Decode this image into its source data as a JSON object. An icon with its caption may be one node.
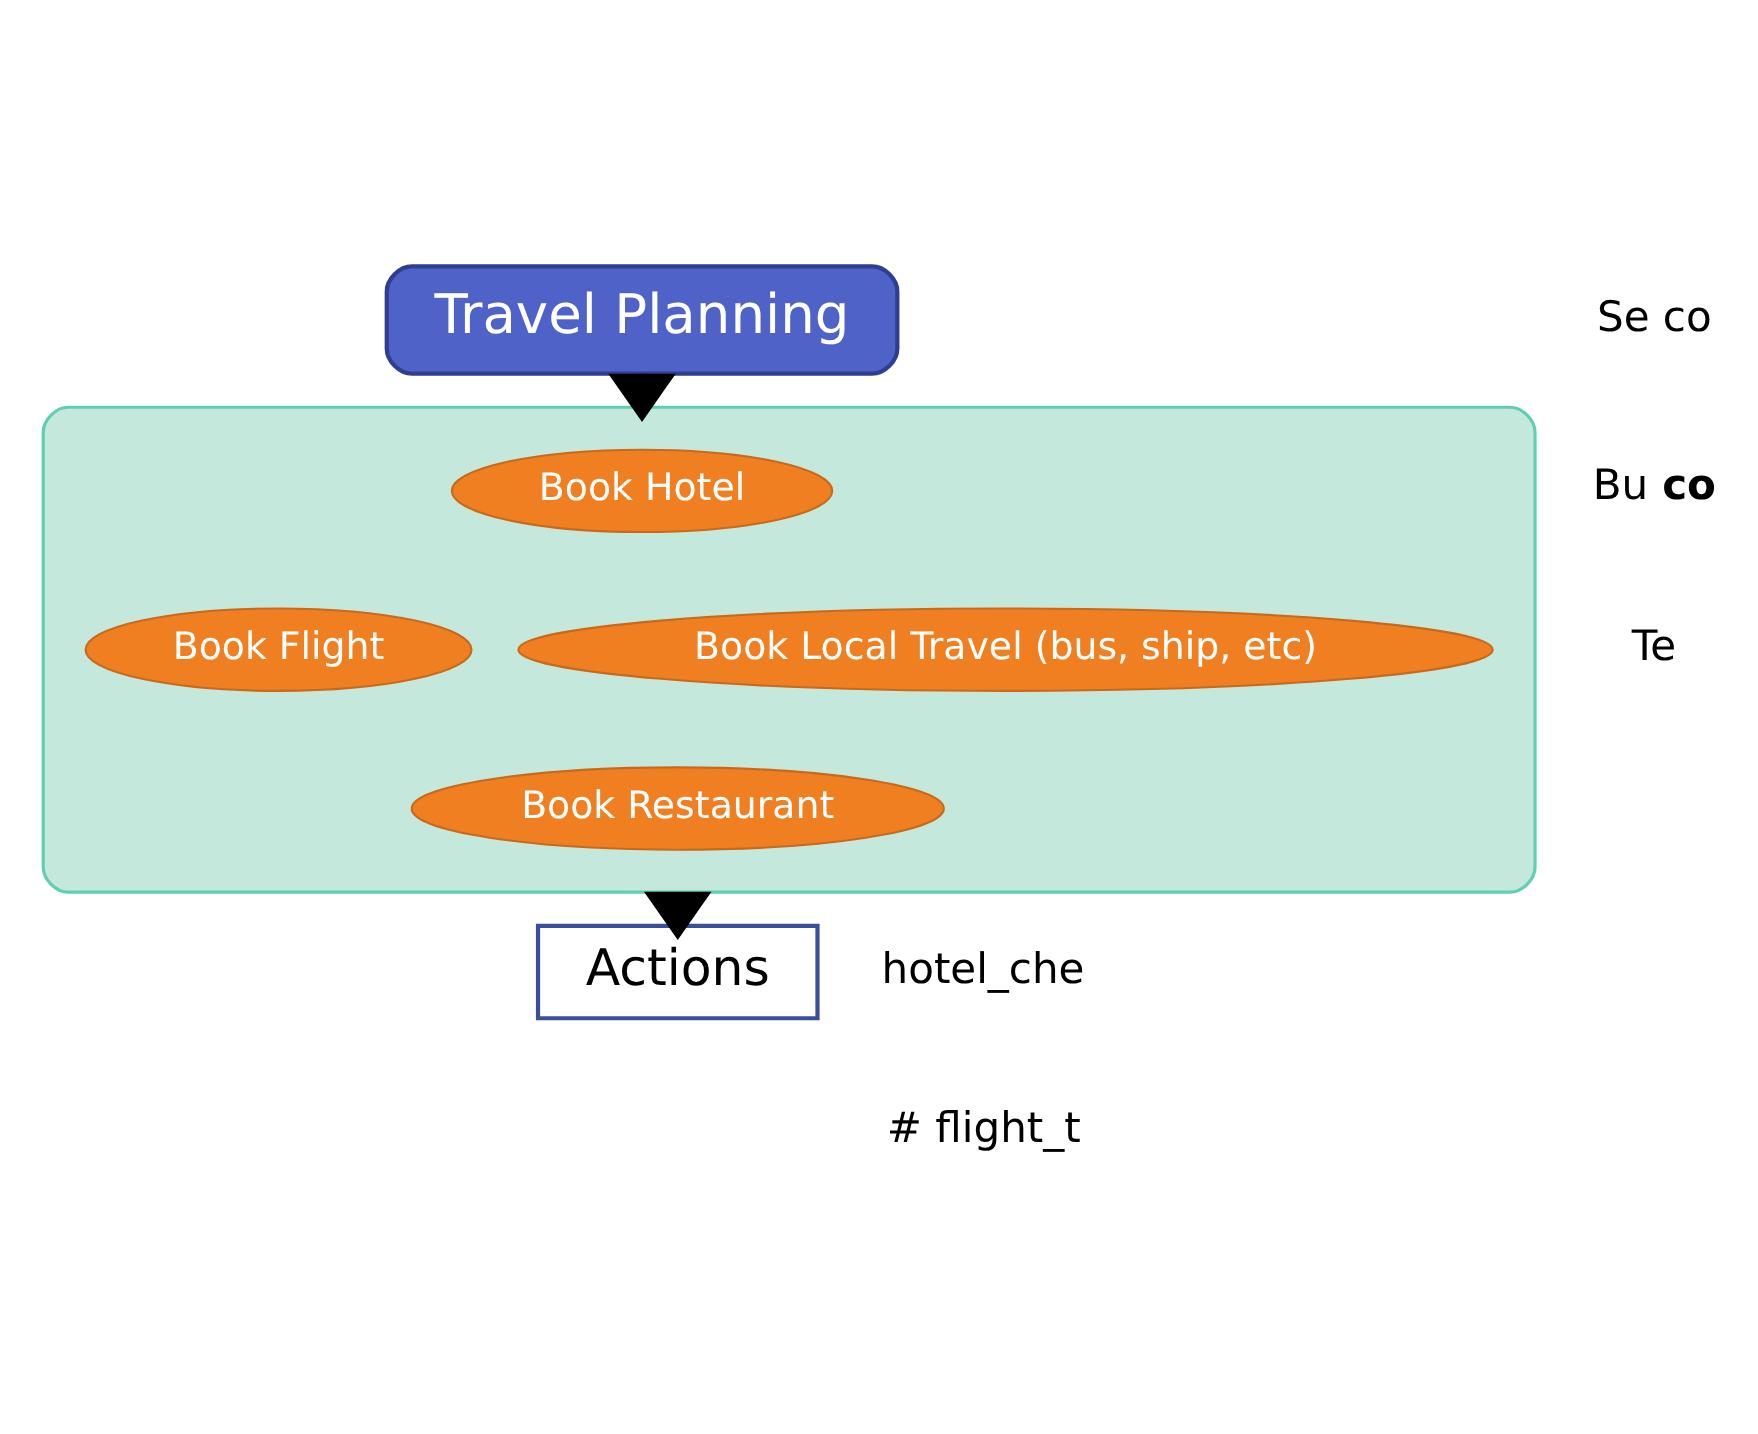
{
  "diagram": {
    "nodes": [
      {
        "text": [
          "Travel Planning"
        ]
      },
      {
        "text": [],
        "shape": "ellipse"
      },
      {
        "text": [
          "Book Hotel"
        ],
        "in": 1
      },
      {
        "text": [
          "Book Flight"
        ],
        "in": 1
      },
      {
        "text": [
          "Book Local Travel (bus, ship, etc)"
        ],
        "in": 1
      },
      {
        "text": [
          "Book Restaurant"
        ],
        "in": 1
      },
      {
        "text": [
          "Actions"
        ]
      }
    ],
    "edges": [
      {
        "from": 0,
        "to": 1,
        "arrow": "to",
        "style": "thick"
      },
      {
        "from": 1,
        "to": 6,
        "arrow": "to",
        "style": "thick"
      }
    ],
    "labels": [
      "Se co",
      "Bu **co**",
      "Te",
      "hotel_che",
      "# flight_t"
    ]
  }
}
